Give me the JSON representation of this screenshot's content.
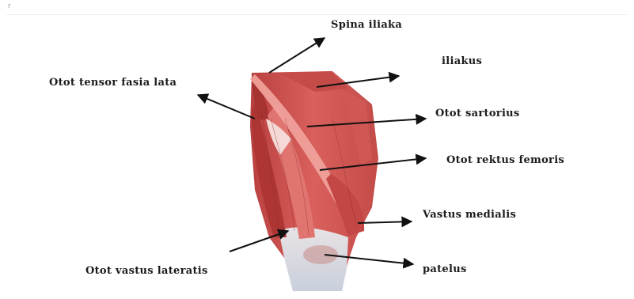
{
  "corner_mark": "r",
  "labels": {
    "spina_iliaka": "Spina iliaka",
    "iliakus": "iliakus",
    "tensor_fasia_lata": "Otot tensor fasia lata",
    "sartorius": "Otot sartorius",
    "rektus_femoris": "Otot rektus femoris",
    "vastus_medialis": "Vastus medialis",
    "vastus_lateralis": "Otot vastus lateratis",
    "patelus": "patelus"
  },
  "colors": {
    "muscle_dark": "#b8403f",
    "muscle_mid": "#d9605c",
    "muscle_light": "#ee9893",
    "tendon": "#e9dddd",
    "knee": "#d7dbe4",
    "arrow": "#111111"
  }
}
